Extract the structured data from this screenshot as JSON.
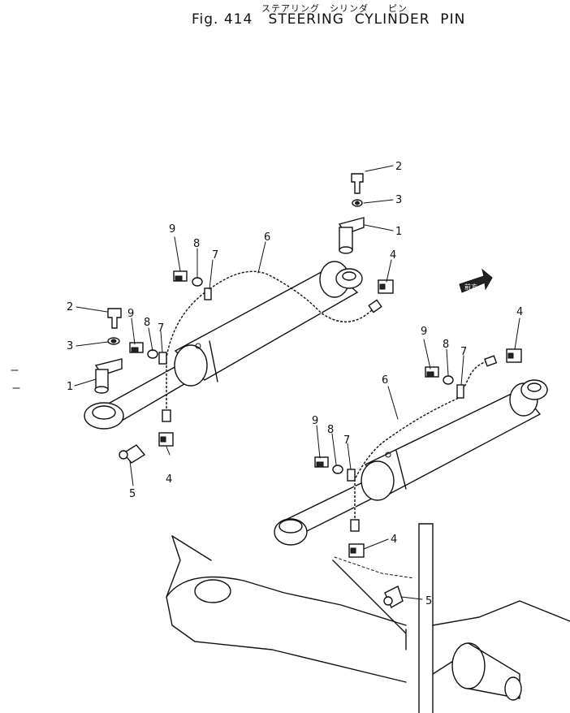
{
  "title": {
    "japanese": "ステアリング　シリンダ　　ピン",
    "english": "Fig. 414   STEERING  CYLINDER  PIN"
  },
  "front_tag": "前方",
  "callouts": [
    {
      "id": "c-2a",
      "text": "2"
    },
    {
      "id": "c-3a",
      "text": "3"
    },
    {
      "id": "c-1a",
      "text": "1"
    },
    {
      "id": "c-4a",
      "text": "4"
    },
    {
      "id": "c-6a",
      "text": "6"
    },
    {
      "id": "c-7a",
      "text": "7"
    },
    {
      "id": "c-8a",
      "text": "8"
    },
    {
      "id": "c-9a",
      "text": "9"
    },
    {
      "id": "c-2b",
      "text": "2"
    },
    {
      "id": "c-3b",
      "text": "3"
    },
    {
      "id": "c-1b",
      "text": "1"
    },
    {
      "id": "c-9b",
      "text": "9"
    },
    {
      "id": "c-8b",
      "text": "8"
    },
    {
      "id": "c-7b",
      "text": "7"
    },
    {
      "id": "c-4b",
      "text": "4"
    },
    {
      "id": "c-5a",
      "text": "5"
    },
    {
      "id": "c-9c",
      "text": "9"
    },
    {
      "id": "c-8c",
      "text": "8"
    },
    {
      "id": "c-7c",
      "text": "7"
    },
    {
      "id": "c-4c",
      "text": "4"
    },
    {
      "id": "c-6b",
      "text": "6"
    },
    {
      "id": "c-9d",
      "text": "9"
    },
    {
      "id": "c-8d",
      "text": "8"
    },
    {
      "id": "c-7d",
      "text": "7"
    },
    {
      "id": "c-4d",
      "text": "4"
    },
    {
      "id": "c-5b",
      "text": "5"
    }
  ]
}
